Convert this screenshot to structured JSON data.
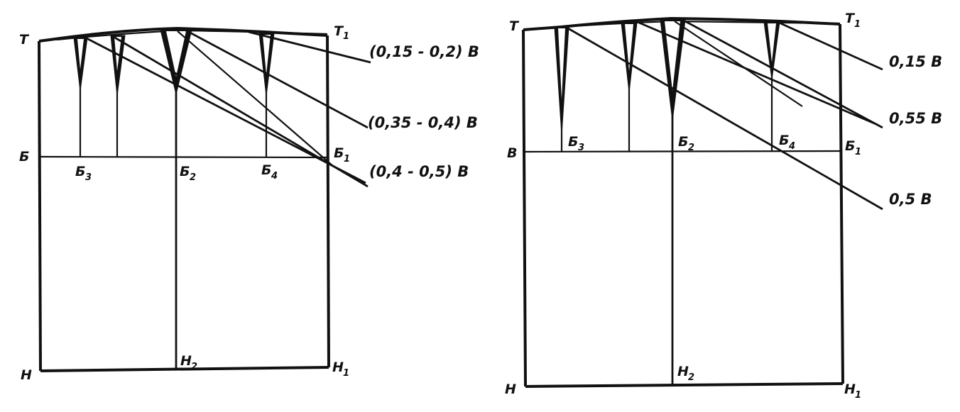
{
  "left_diagram": {
    "points": {
      "T": "Т",
      "T1": "Т",
      "T1_sub": "1",
      "B": "Б",
      "B1": "Б",
      "B1_sub": "1",
      "B3": "Б",
      "B3_sub": "3",
      "B2": "Б",
      "B2_sub": "2",
      "B4": "Б",
      "B4_sub": "4",
      "H": "Н",
      "H1": "Н",
      "H1_sub": "1",
      "H2": "Н",
      "H2_sub": "2"
    },
    "annotations": [
      "(0,15 - 0,2) В",
      "(0,35 - 0,4) В",
      "(0,4 - 0,5) В"
    ]
  },
  "right_diagram": {
    "points": {
      "T": "Т",
      "T1": "Т",
      "T1_sub": "1",
      "B": "В",
      "B1": "Б",
      "B1_sub": "1",
      "B3": "Б",
      "B3_sub": "3",
      "B2": "Б",
      "B2_sub": "2",
      "B4": "Б",
      "B4_sub": "4",
      "H": "Н",
      "H1": "Н",
      "H1_sub": "1",
      "H2": "Н",
      "H2_sub": "2"
    },
    "annotations": [
      "0,15 В",
      "0,55 В",
      "0,5 В"
    ]
  }
}
